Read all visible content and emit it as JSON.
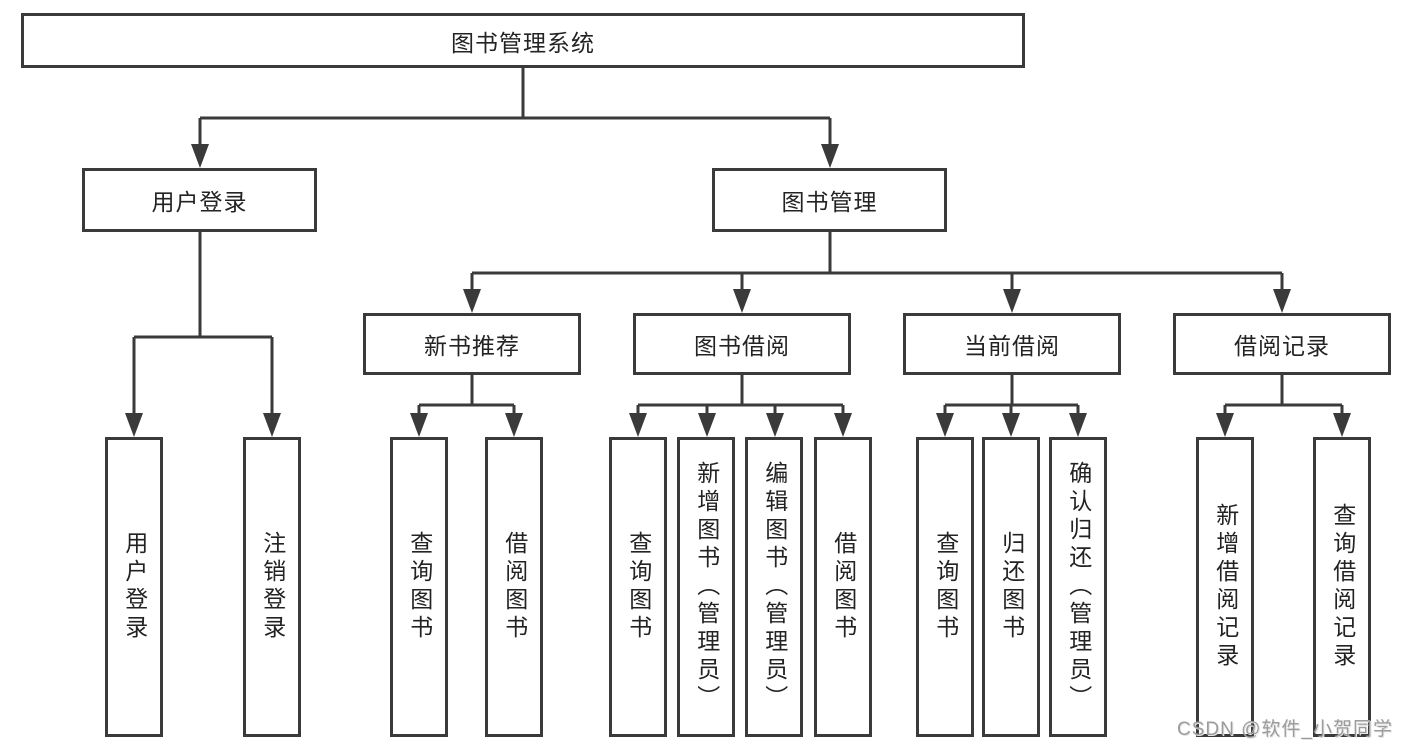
{
  "tree": {
    "root": {
      "label": "图书管理系统"
    },
    "children": [
      {
        "label": "用户登录",
        "children": [
          {
            "label": "用户登录"
          },
          {
            "label": "注销登录"
          }
        ]
      },
      {
        "label": "图书管理",
        "children": [
          {
            "label": "新书推荐",
            "children": [
              {
                "label": "查询图书"
              },
              {
                "label": "借阅图书"
              }
            ]
          },
          {
            "label": "图书借阅",
            "children": [
              {
                "label": "查询图书"
              },
              {
                "label": "新增图书（管理员）"
              },
              {
                "label": "编辑图书（管理员）"
              },
              {
                "label": "借阅图书"
              }
            ]
          },
          {
            "label": "当前借阅",
            "children": [
              {
                "label": "查询图书"
              },
              {
                "label": "归还图书"
              },
              {
                "label": "确认归还（管理员）"
              }
            ]
          },
          {
            "label": "借阅记录",
            "children": [
              {
                "label": "新增借阅记录"
              },
              {
                "label": "查询借阅记录"
              }
            ]
          }
        ]
      }
    ]
  },
  "watermark": {
    "text": "CSDN @软件_小贺同学"
  },
  "colors": {
    "box_border": "#3a3a3a",
    "connector_line": "#3a3a3a",
    "text": "#232323",
    "watermark": "#9c9c9c",
    "background": "#ffffff"
  }
}
